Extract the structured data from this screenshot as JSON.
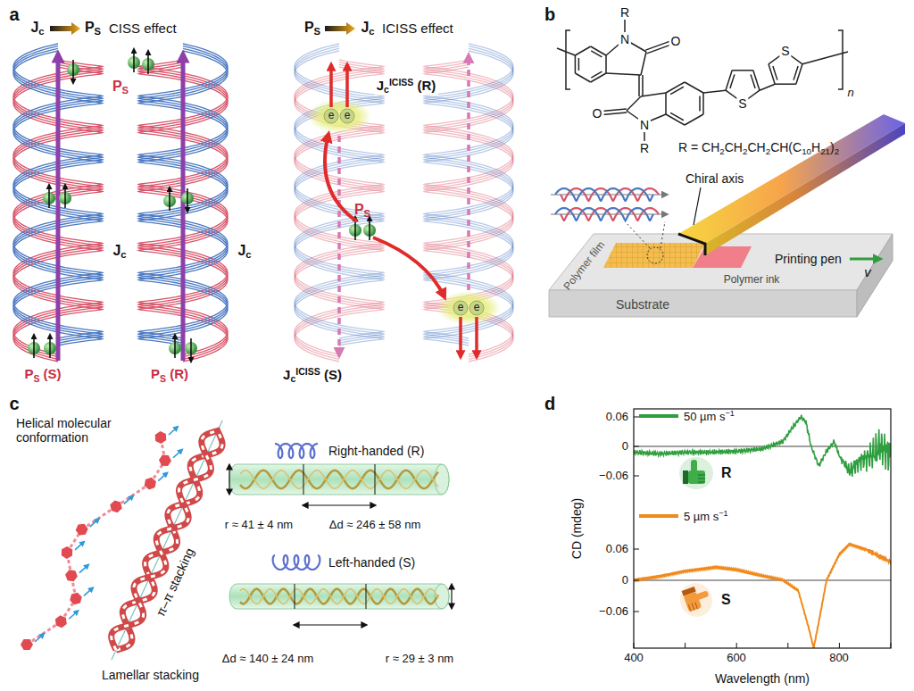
{
  "diagram": {
    "labels": [
      "a",
      "Jc",
      "PS",
      "CISS effect",
      "PS",
      "Jc",
      "Jc",
      "PS (S)",
      "PS (R)",
      "PS",
      "Jc",
      "ICISS effect",
      "JcICISS (R)",
      "e",
      "e",
      "e",
      "e",
      "PS",
      "JcICISS (S)",
      "b",
      "R",
      "N",
      "O",
      "O",
      "N",
      "R",
      "S",
      "S",
      "n",
      "R = CH2CH2CH2CH(C10H21)2",
      "Chiral axis",
      "Printing pen",
      "v",
      "Polymer film",
      "Polymer ink",
      "Substrate",
      "c",
      "Helical molecular conformation",
      "π–π stacking",
      "Lamellar stacking",
      "Right-handed (R)",
      "r ≈ 41 ± 4 nm",
      "Δd ≈ 246 ± 58 nm",
      "Left-handed (S)",
      "Δd ≈ 140 ± 24 nm",
      "r ≈ 29 ± 3 nm",
      "d",
      "R",
      "S",
      "CD (mdeg)",
      "Wavelength (nm)",
      "0.06",
      "0",
      "−0.06",
      "0.06",
      "0",
      "−0.06",
      "400",
      "600",
      "800"
    ],
    "legend": [
      {
        "text": "50 µm s−1"
      },
      {
        "text": "5 µm s−1"
      }
    ]
  }
}
